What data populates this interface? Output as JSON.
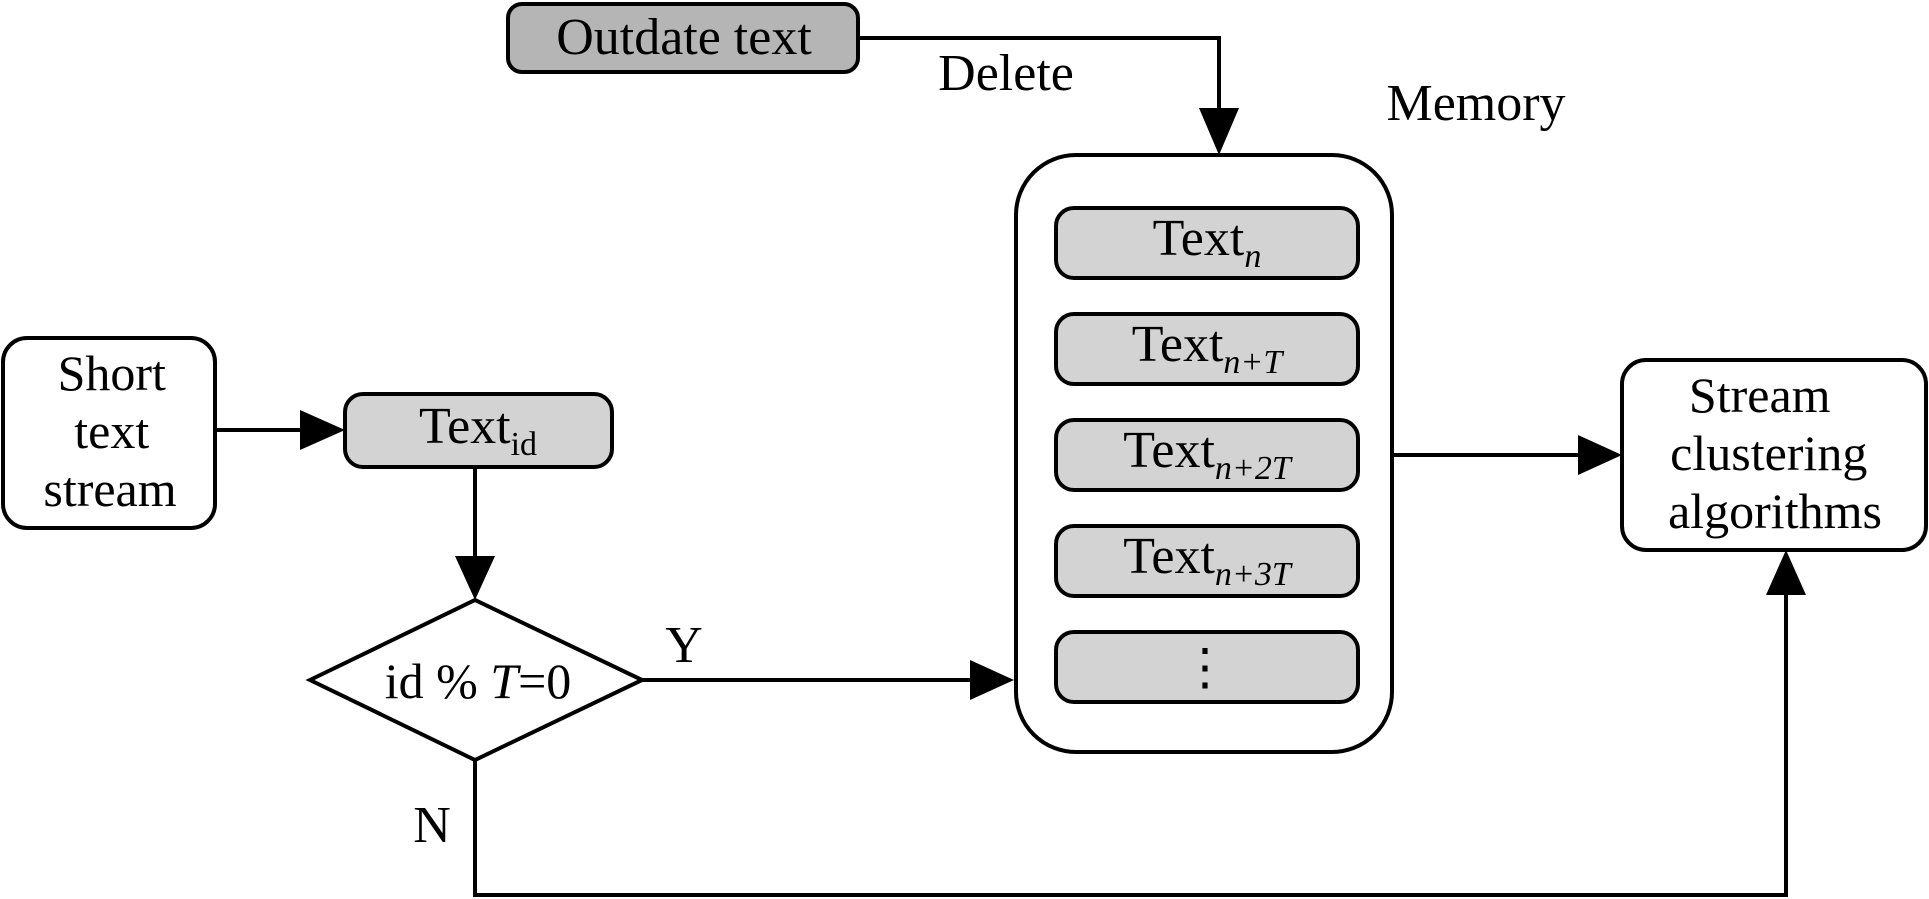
{
  "colors": {
    "background": "#ffffff",
    "stroke": "#000000",
    "box_fill_white": "#ffffff",
    "box_fill_gray": "#d3d3d3",
    "outdate_fill": "#b5b5b5"
  },
  "nodes": {
    "short_text_stream": {
      "lines": [
        "Short",
        "text",
        "stream"
      ]
    },
    "text_id": {
      "base": "Text",
      "sub": "id"
    },
    "decision": {
      "prefix": "id % ",
      "var": "T",
      "suffix": "=0"
    },
    "outdate_text": {
      "label": "Outdate text"
    },
    "memory": {
      "label": "Memory",
      "items": [
        {
          "base": "Text",
          "sub_var": "n",
          "sub_rest": ""
        },
        {
          "base": "Text",
          "sub_var": "n",
          "sub_rest": "+T"
        },
        {
          "base": "Text",
          "sub_var": "n",
          "sub_rest": "+2T"
        },
        {
          "base": "Text",
          "sub_var": "n",
          "sub_rest": "+3T"
        }
      ],
      "ellipsis": "⋮"
    },
    "stream_clustering": {
      "lines": [
        "Stream",
        "clustering",
        "algorithms"
      ]
    }
  },
  "edge_labels": {
    "delete": "Delete",
    "yes": "Y",
    "no": "N"
  }
}
